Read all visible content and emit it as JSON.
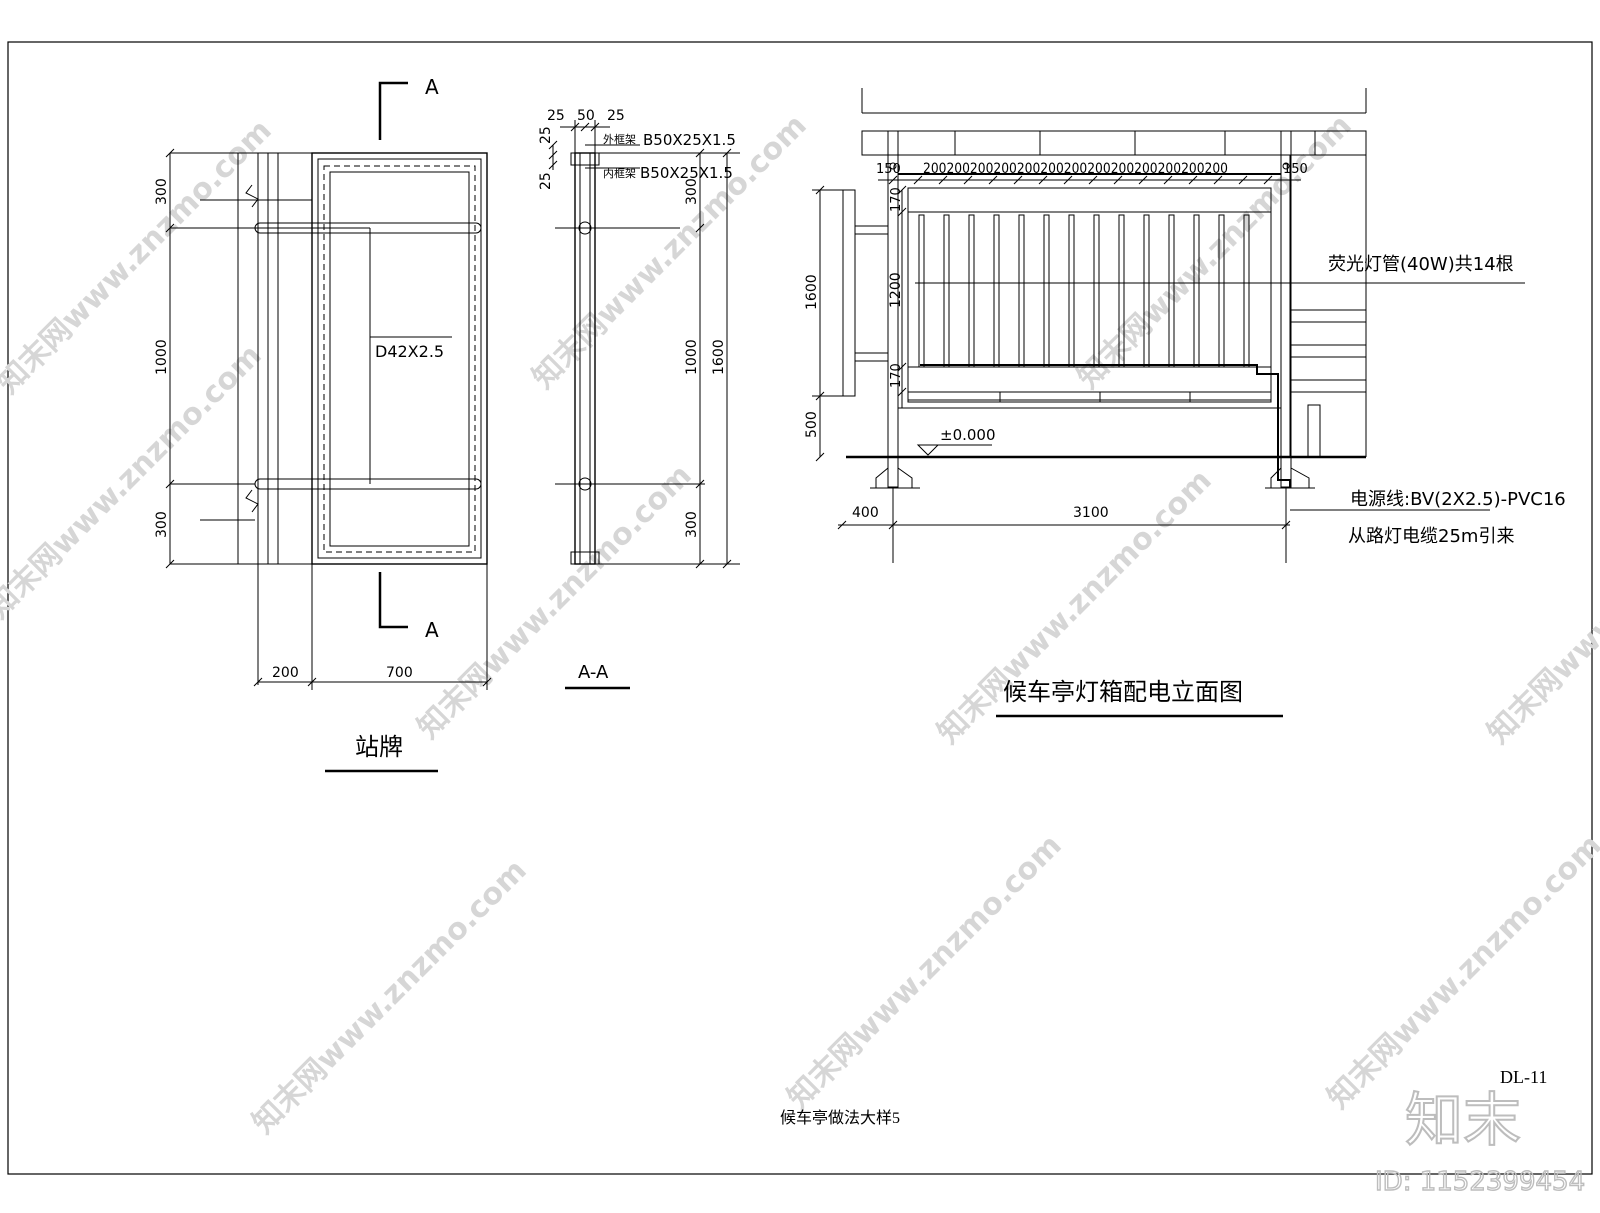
{
  "drawing": {
    "sheet_number": "DL-11",
    "sheet_title": "候车亭做法大样5"
  },
  "sign": {
    "title": "站牌",
    "section_mark": "A",
    "pipe_label": "D42X2.5",
    "dim_300_top": "300",
    "dim_1000": "1000",
    "dim_300_bottom": "300",
    "dim_200": "200",
    "dim_700": "700"
  },
  "section": {
    "title": "A-A",
    "dim_25a": "25",
    "dim_50": "50",
    "dim_25b": "25",
    "dim_25_side": "25",
    "dim_25_side2": "25",
    "outer_frame_tag": "外框架",
    "outer_frame_spec": "B50X25X1.5",
    "inner_frame_tag": "内框架",
    "inner_frame_spec": "B50X25X1.5",
    "dim_300_top": "300",
    "dim_1000": "1000",
    "dim_1600": "1600",
    "dim_300_bottom": "300"
  },
  "elevation": {
    "title": "候车亭灯箱配电立面图",
    "spacing_label": "200200200200200200200200200200200200200",
    "dim_150_left": "150",
    "dim_150_right": "150",
    "dim_170_top": "170",
    "dim_1200": "1200",
    "dim_170_bottom": "170",
    "dim_1600": "1600",
    "dim_500": "500",
    "dim_400": "400",
    "dim_3100": "3100",
    "level": "±0.000",
    "lamp_note": "荧光灯管(40W)共14根",
    "power_note": "电源线:BV(2X2.5)-PVC16",
    "cable_note": "从路灯电缆25m引来"
  },
  "watermark": {
    "site": "知末网www.znzmo.com",
    "brand": "知末",
    "id": "ID: 1152399454"
  }
}
